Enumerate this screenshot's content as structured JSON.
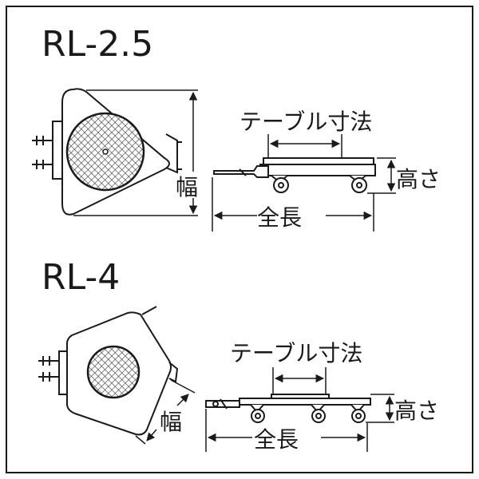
{
  "models": [
    {
      "name": "RL-2.5",
      "labels": {
        "width": "幅",
        "table_size": "テーブル寸法",
        "height": "高さ",
        "overall_length": "全長"
      }
    },
    {
      "name": "RL-4",
      "labels": {
        "width": "幅",
        "table_size": "テーブル寸法",
        "height": "高さ",
        "overall_length": "全長"
      }
    }
  ],
  "colors": {
    "ink": "#1a1a1a",
    "frame": "#1a1a1a",
    "background": "#ffffff"
  }
}
